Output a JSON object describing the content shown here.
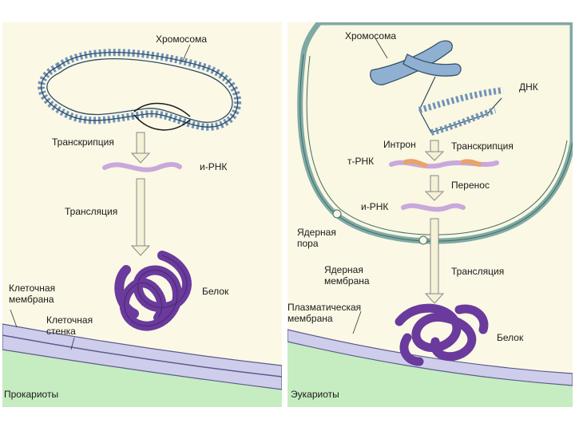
{
  "prokaryote": {
    "chromosome": "Хромосома",
    "transcription": "Транскрипция",
    "mrna": "и-РНК",
    "translation": "Трансляция",
    "protein": "Белок",
    "cell_membrane": "Клеточная\nмембрана",
    "cell_wall": "Клеточная\nстенка",
    "title": "Прокариоты"
  },
  "eukaryote": {
    "chromosome": "Хромосома",
    "dna": "ДНК",
    "intron": "Интрон",
    "transcription": "Транскрипция",
    "trna": "т-РНК",
    "transfer": "Перенос",
    "mrna": "и-РНК",
    "nuclear_pore": "Ядерная\nпора",
    "nuclear_membrane": "Ядерная\nмембрана",
    "translation": "Трансляция",
    "plasma_membrane": "Плазматическая\nмембрана",
    "protein": "Белок",
    "title": "Эукариоты"
  },
  "colors": {
    "background": "#fbf8e6",
    "dna_blue": "#6f93b8",
    "rna_lilac": "#c9a8dc",
    "intron_orange": "#e8a36a",
    "protein_purple": "#6a3a9c",
    "membrane_lavender": "#cfcdec",
    "outside_green": "#c6ecc1"
  }
}
